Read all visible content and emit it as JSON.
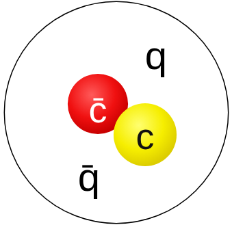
{
  "diagram": {
    "nodes": [
      {
        "text": [
          "q",
          "q̄"
        ]
      },
      {
        "text": [
          "c̄"
        ],
        "in": 0
      },
      {
        "text": [
          "c"
        ],
        "in": 0
      }
    ]
  }
}
